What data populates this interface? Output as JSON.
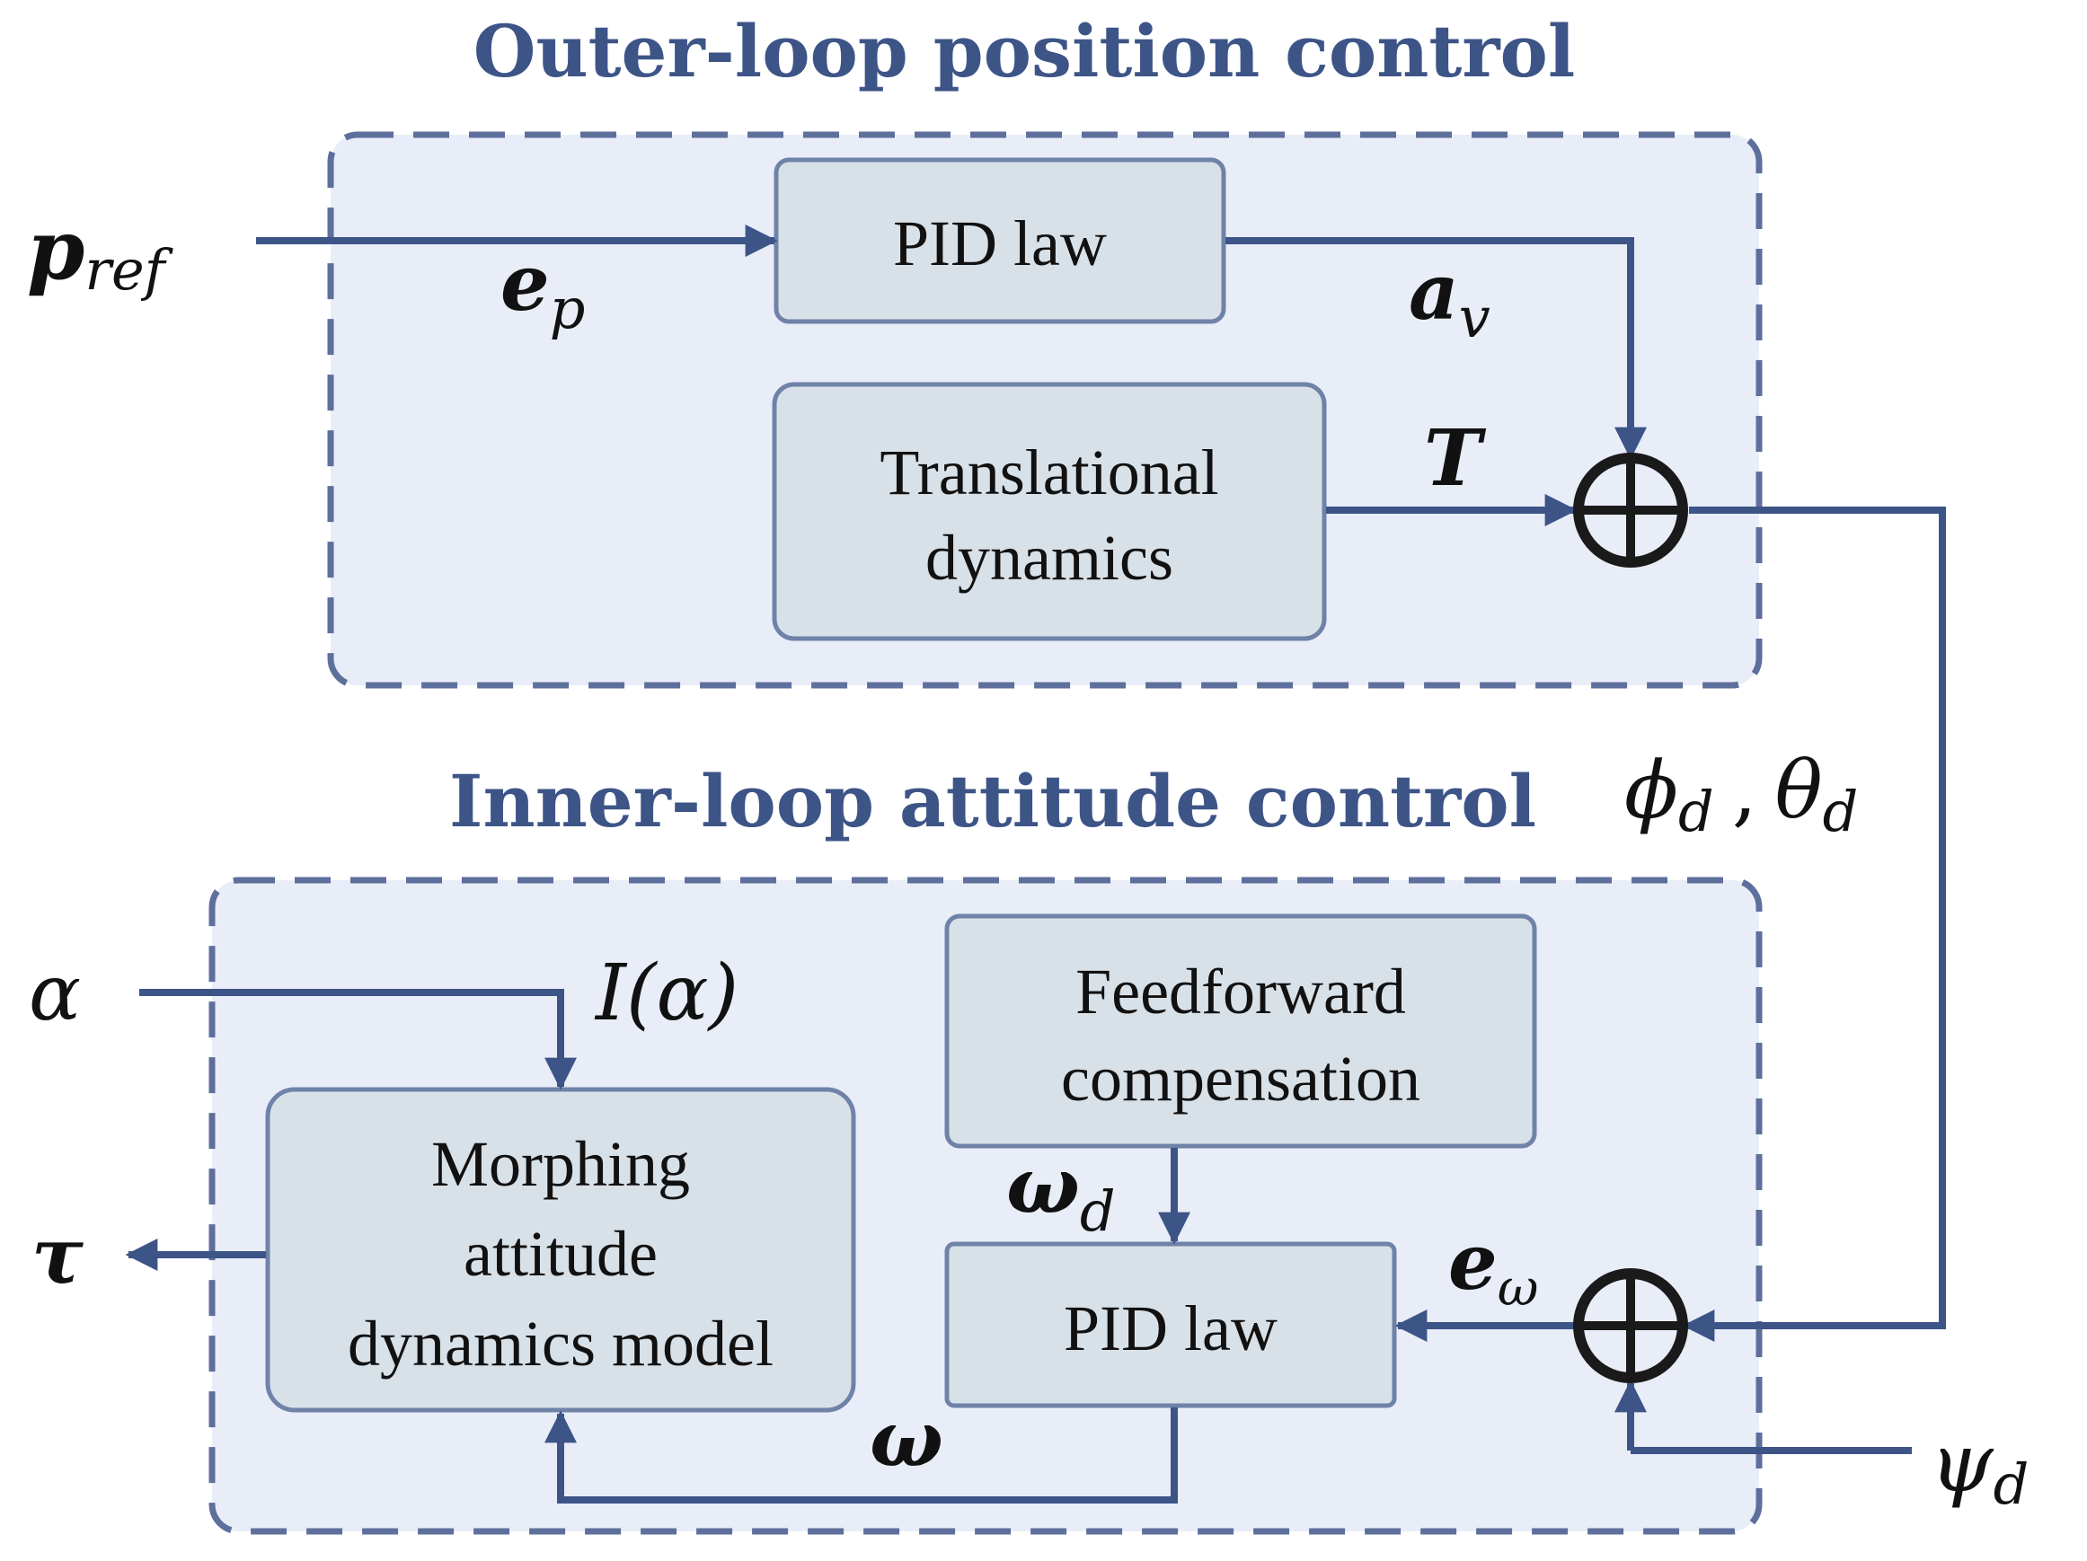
{
  "outer": {
    "title": "Outer-loop position control",
    "pid_label": "PID law",
    "trans_line1": "Translational",
    "trans_line2": "dynamics"
  },
  "inner": {
    "title": "Inner-loop attitude control",
    "ff_line1": "Feedforward",
    "ff_line2": "compensation",
    "pid_label": "PID law",
    "morph_line1": "Morphing",
    "morph_line2": "attitude",
    "morph_line3": "dynamics model"
  },
  "symbols": {
    "p_ref_main": "p",
    "p_ref_sub": "ref",
    "e_p_main": "e",
    "e_p_sub": "p",
    "a_v_main": "a",
    "a_v_sub": "v",
    "T": "T",
    "phi": "ϕ",
    "phi_sub": "d",
    "comma": ",",
    "theta": "θ",
    "theta_sub": "d",
    "alpha": "α",
    "I_alpha": "I(α)",
    "tau": "τ",
    "omega_d_main": "ω",
    "omega_d_sub": "d",
    "e_omega_main": "e",
    "e_omega_sub": "ω",
    "omega": "ω",
    "psi": "ψ",
    "psi_sub": "d"
  },
  "colors": {
    "wire": "#3d5487",
    "title": "#3d5487",
    "block_fill": "#d9e1e8",
    "region_fill": "#e8edf8"
  }
}
